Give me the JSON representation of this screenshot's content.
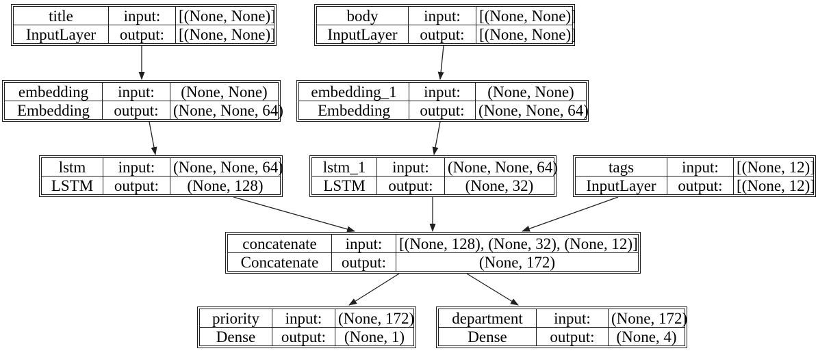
{
  "diagram": {
    "kind": "keras-model-architecture-graph",
    "colors": {
      "background": "#ffffff",
      "border": "#1f1f1f",
      "text": "#000000"
    },
    "nodes": {
      "title": {
        "name": "title",
        "layer_type": "InputLayer",
        "input_label": "input:",
        "output_label": "output:",
        "input_shape": "[(None, None)]",
        "output_shape": "[(None, None)]"
      },
      "body": {
        "name": "body",
        "layer_type": "InputLayer",
        "input_label": "input:",
        "output_label": "output:",
        "input_shape": "[(None, None)]",
        "output_shape": "[(None, None)]"
      },
      "embedding": {
        "name": "embedding",
        "layer_type": "Embedding",
        "input_label": "input:",
        "output_label": "output:",
        "input_shape": "(None, None)",
        "output_shape": "(None, None, 64)"
      },
      "embedding_1": {
        "name": "embedding_1",
        "layer_type": "Embedding",
        "input_label": "input:",
        "output_label": "output:",
        "input_shape": "(None, None)",
        "output_shape": "(None, None, 64)"
      },
      "lstm": {
        "name": "lstm",
        "layer_type": "LSTM",
        "input_label": "input:",
        "output_label": "output:",
        "input_shape": "(None, None, 64)",
        "output_shape": "(None, 128)"
      },
      "lstm_1": {
        "name": "lstm_1",
        "layer_type": "LSTM",
        "input_label": "input:",
        "output_label": "output:",
        "input_shape": "(None, None, 64)",
        "output_shape": "(None, 32)"
      },
      "tags": {
        "name": "tags",
        "layer_type": "InputLayer",
        "input_label": "input:",
        "output_label": "output:",
        "input_shape": "[(None, 12)]",
        "output_shape": "[(None, 12)]"
      },
      "concatenate": {
        "name": "concatenate",
        "layer_type": "Concatenate",
        "input_label": "input:",
        "output_label": "output:",
        "input_shape": "[(None, 128), (None, 32), (None, 12)]",
        "output_shape": "(None, 172)"
      },
      "priority": {
        "name": "priority",
        "layer_type": "Dense",
        "input_label": "input:",
        "output_label": "output:",
        "input_shape": "(None, 172)",
        "output_shape": "(None, 1)"
      },
      "department": {
        "name": "department",
        "layer_type": "Dense",
        "input_label": "input:",
        "output_label": "output:",
        "input_shape": "(None, 172)",
        "output_shape": "(None, 4)"
      }
    },
    "edges": [
      {
        "from": "title",
        "to": "embedding"
      },
      {
        "from": "body",
        "to": "embedding_1"
      },
      {
        "from": "embedding",
        "to": "lstm"
      },
      {
        "from": "embedding_1",
        "to": "lstm_1"
      },
      {
        "from": "lstm",
        "to": "concatenate"
      },
      {
        "from": "lstm_1",
        "to": "concatenate"
      },
      {
        "from": "tags",
        "to": "concatenate"
      },
      {
        "from": "concatenate",
        "to": "priority"
      },
      {
        "from": "concatenate",
        "to": "department"
      }
    ]
  }
}
